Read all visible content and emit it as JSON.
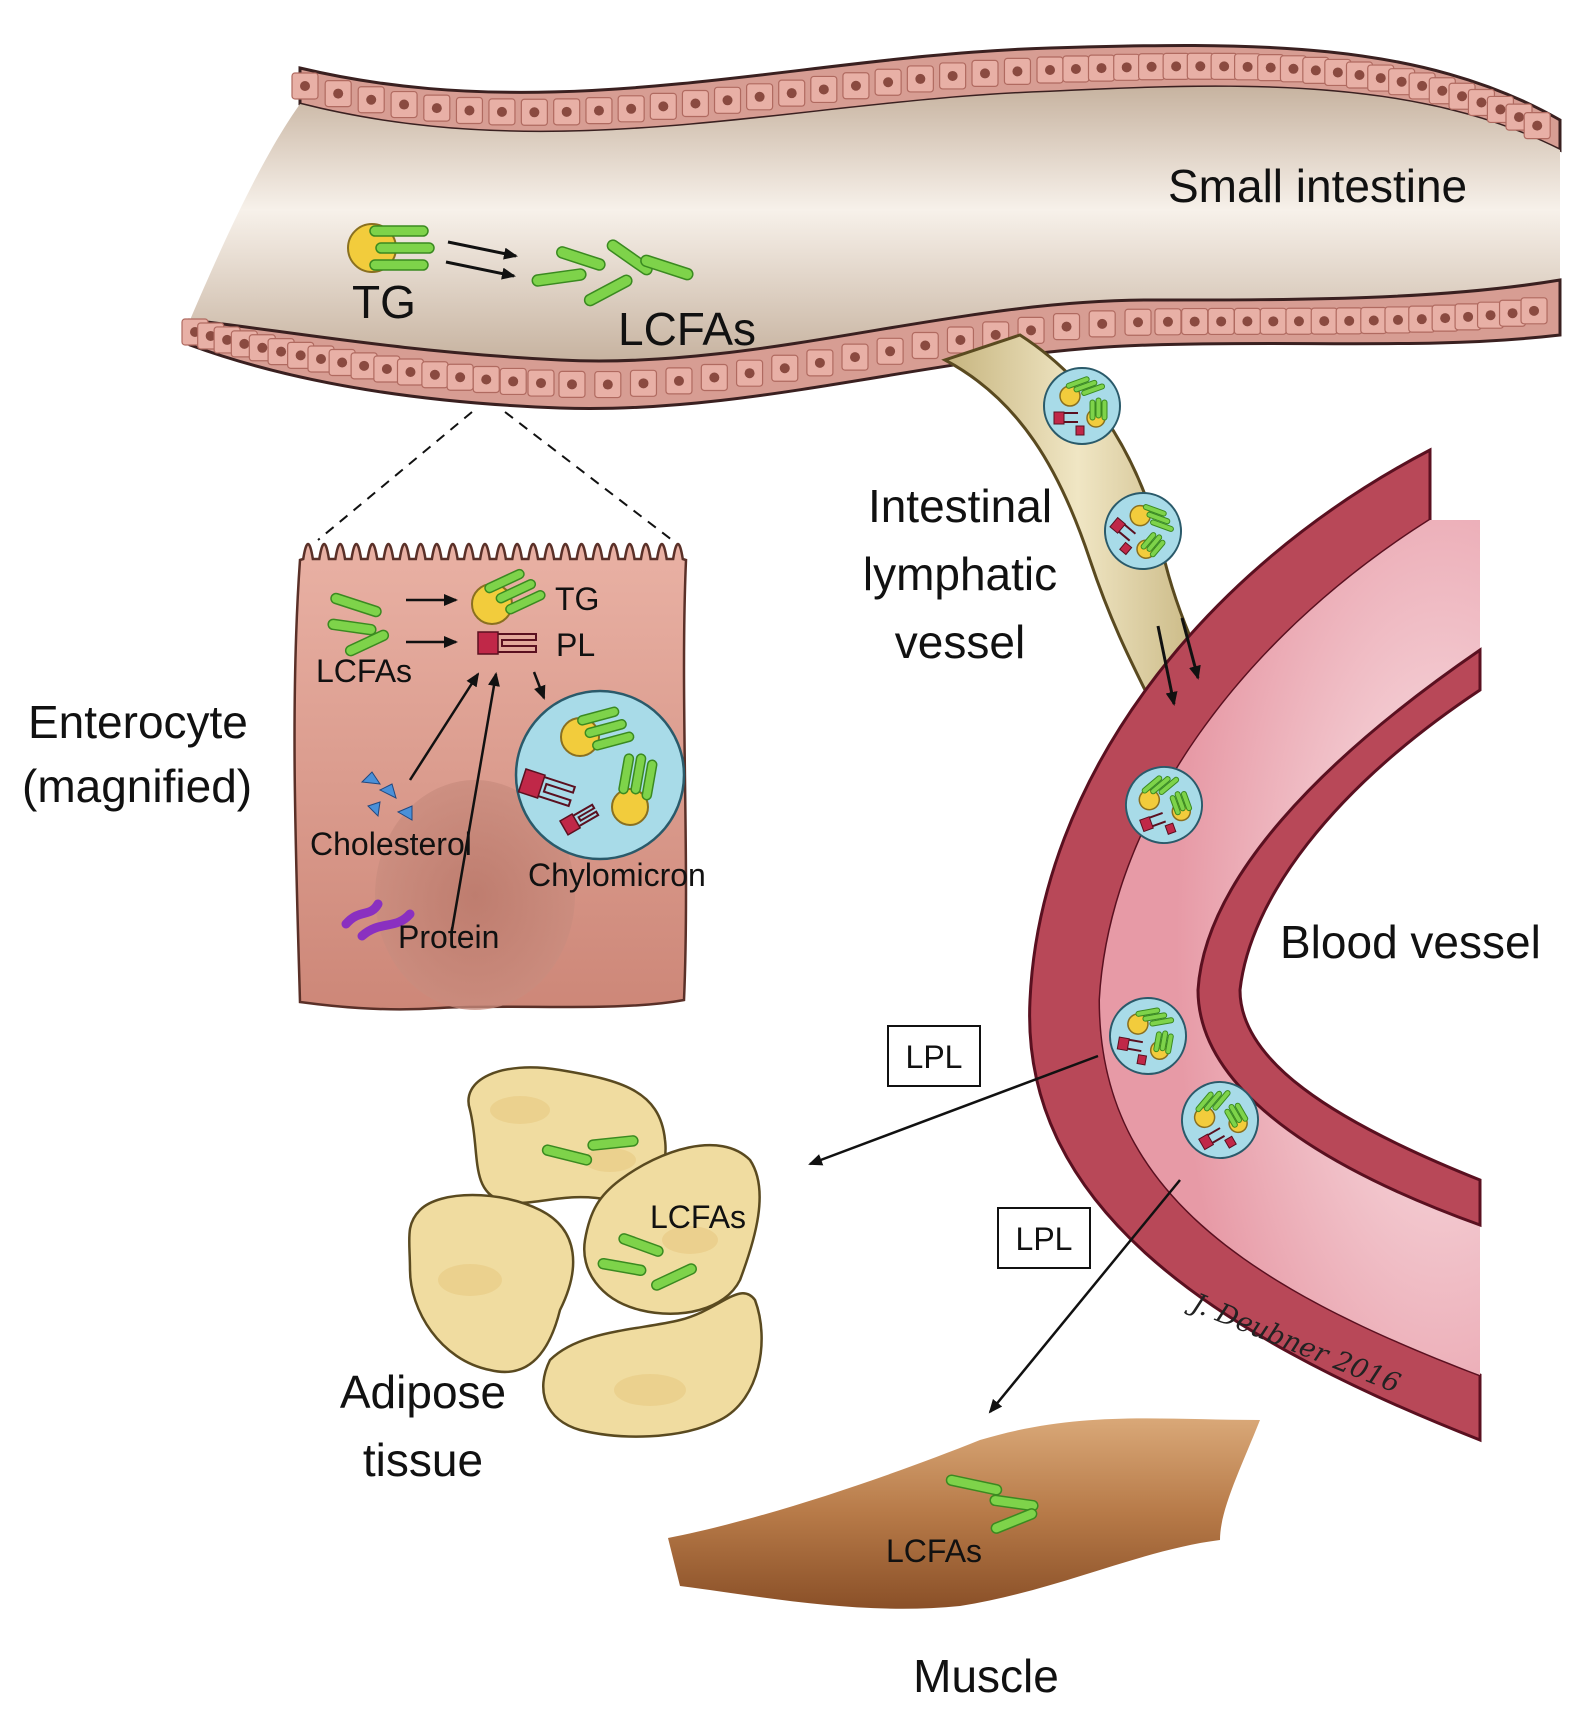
{
  "labels": {
    "small_intestine": "Small intestine",
    "tg_lumen": "TG",
    "lcfas_lumen": "LCFAs",
    "enterocyte_line1": "Enterocyte",
    "enterocyte_line2": "(magnified)",
    "tg_cell": "TG",
    "pl_cell": "PL",
    "lcfas_cell": "LCFAs",
    "cholesterol": "Cholesterol",
    "protein": "Protein",
    "chylomicron": "Chylomicron",
    "lymph_line1": "Intestinal",
    "lymph_line2": "lymphatic",
    "lymph_line3": "vessel",
    "blood_vessel": "Blood vessel",
    "lpl_1": "LPL",
    "lpl_2": "LPL",
    "lcfas_adipose": "LCFAs",
    "adipose_line1": "Adipose",
    "adipose_line2": "tissue",
    "lcfas_muscle": "LCFAs",
    "muscle": "Muscle",
    "signature": "J. Deubner 2016"
  },
  "colors": {
    "lcfa_green": "#7ed34a",
    "tg_yellow": "#f2cc3c",
    "pl_red": "#c02848",
    "chylomicron_blue": "#a8dbe8",
    "intestine_wall": "#d89a92",
    "lumen": "#d8c8b8",
    "lymph": "#ddd0a0",
    "blood_wall": "#b84858",
    "enterocyte": "#dc9a8c",
    "adipose": "#f0dca0",
    "muscle": "#a86a3c"
  }
}
